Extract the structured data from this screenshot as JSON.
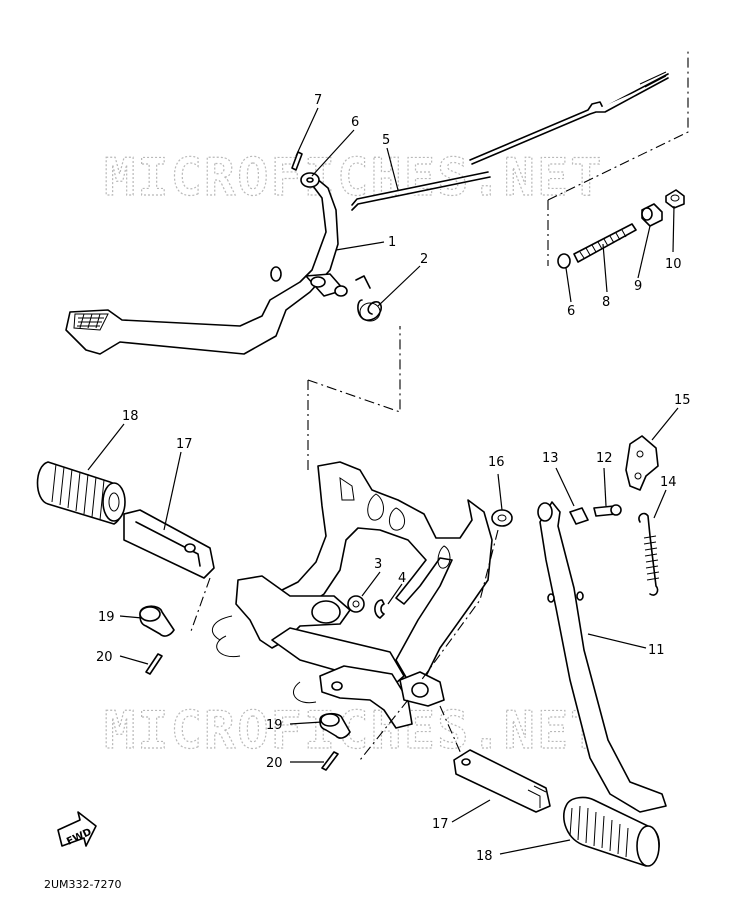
{
  "watermark": "MICROFICHES.NET",
  "diagram_code": "2UM332-7270",
  "direction_label": "FWD",
  "callouts": [
    {
      "id": "c7",
      "text": "7"
    },
    {
      "id": "c6a",
      "text": "6"
    },
    {
      "id": "c5",
      "text": "5"
    },
    {
      "id": "c1",
      "text": "1"
    },
    {
      "id": "c2",
      "text": "2"
    },
    {
      "id": "c6b",
      "text": "6"
    },
    {
      "id": "c8",
      "text": "8"
    },
    {
      "id": "c9",
      "text": "9"
    },
    {
      "id": "c10",
      "text": "10"
    },
    {
      "id": "c15",
      "text": "15"
    },
    {
      "id": "c18a",
      "text": "18"
    },
    {
      "id": "c17a",
      "text": "17"
    },
    {
      "id": "c16",
      "text": "16"
    },
    {
      "id": "c13",
      "text": "13"
    },
    {
      "id": "c12",
      "text": "12"
    },
    {
      "id": "c14",
      "text": "14"
    },
    {
      "id": "c3",
      "text": "3"
    },
    {
      "id": "c4",
      "text": "4"
    },
    {
      "id": "c11",
      "text": "11"
    },
    {
      "id": "c19a",
      "text": "19"
    },
    {
      "id": "c20a",
      "text": "20"
    },
    {
      "id": "c19b",
      "text": "19"
    },
    {
      "id": "c20b",
      "text": "20"
    },
    {
      "id": "c17b",
      "text": "17"
    },
    {
      "id": "c18b",
      "text": "18"
    }
  ]
}
